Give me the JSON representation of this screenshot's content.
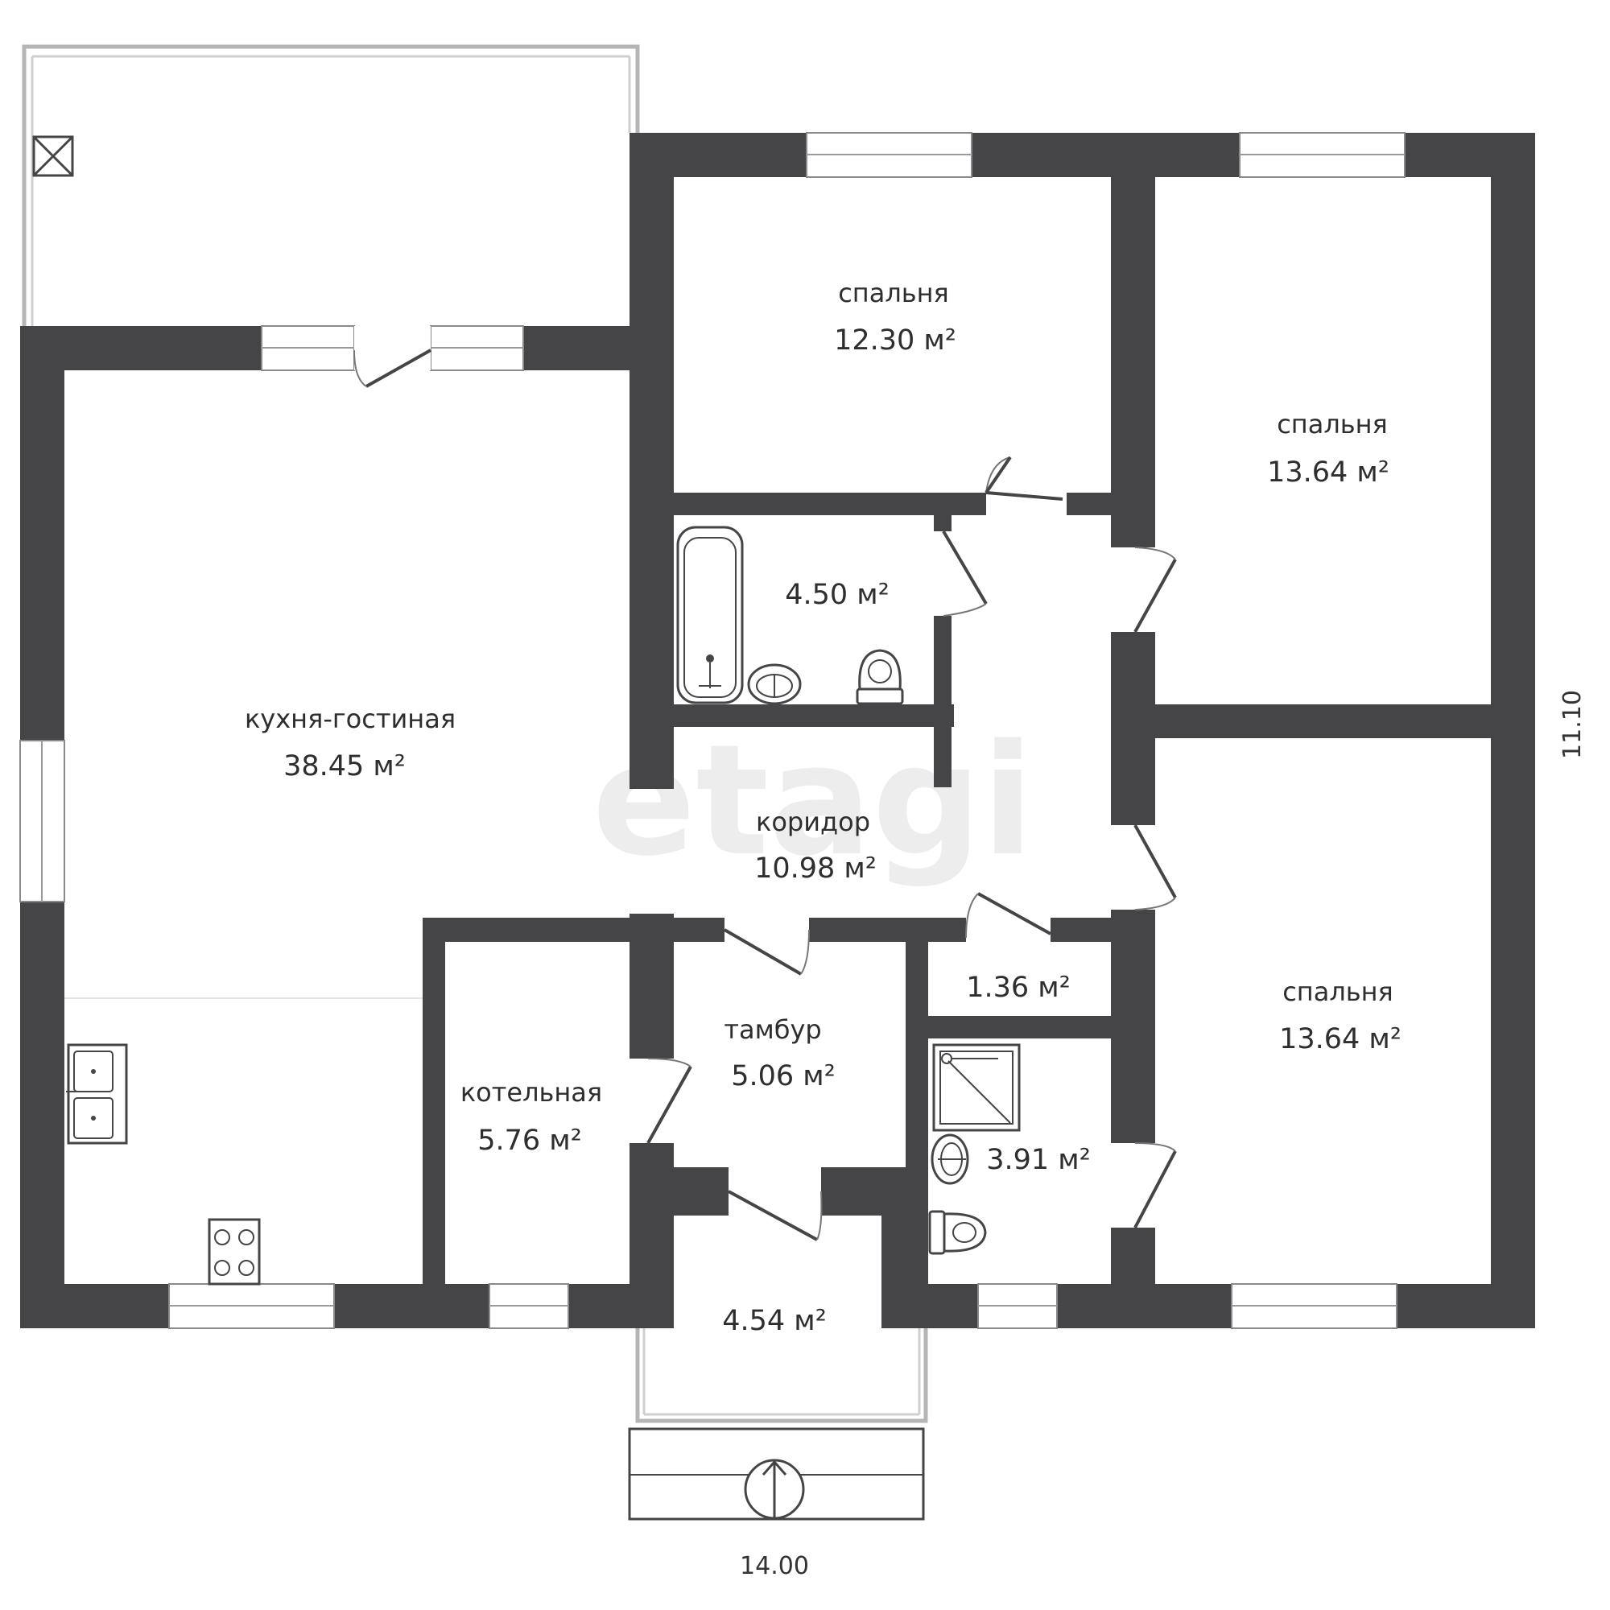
{
  "watermark": "etagi",
  "rooms": {
    "kitchen": {
      "name": "кухня-гостиная",
      "area": "38.45 м²"
    },
    "bedroom_top": {
      "name": "спальня",
      "area": "12.30 м²"
    },
    "bedroom_right_top": {
      "name": "спальня",
      "area": "13.64 м²"
    },
    "bedroom_right_bottom": {
      "name": "спальня",
      "area": "13.64 м²"
    },
    "bathroom": {
      "name": "",
      "area": "4.50 м²"
    },
    "corridor": {
      "name": "коридор",
      "area": "10.98 м²"
    },
    "closet": {
      "name": "",
      "area": "1.36 м²"
    },
    "vestibule": {
      "name": "тамбур",
      "area": "5.06 м²"
    },
    "boiler": {
      "name": "котельная",
      "area": "5.76 м²"
    },
    "shower_room": {
      "name": "",
      "area": "3.91 м²"
    },
    "porch": {
      "name": "",
      "area": "4.54 м²"
    }
  },
  "dimensions": {
    "width": "14.00",
    "height": "11.10"
  }
}
